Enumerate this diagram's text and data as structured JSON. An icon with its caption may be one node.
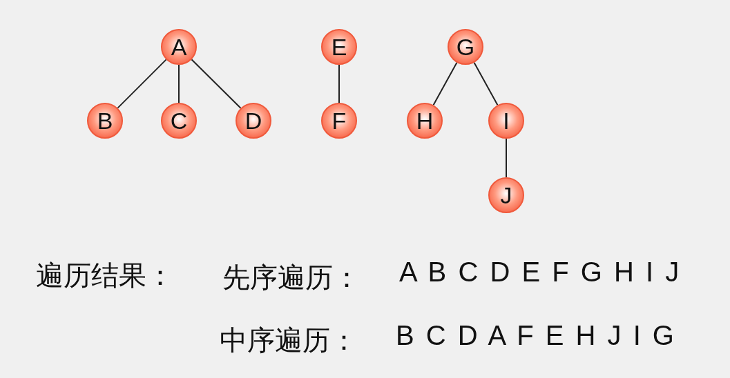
{
  "diagram": {
    "nodes": [
      {
        "text": [
          "A"
        ]
      },
      {
        "text": [
          "B"
        ]
      },
      {
        "text": [
          "C"
        ]
      },
      {
        "text": [
          "D"
        ]
      },
      {
        "text": [
          "E"
        ]
      },
      {
        "text": [
          "F"
        ]
      },
      {
        "text": [
          "G"
        ]
      },
      {
        "text": [
          "H"
        ]
      },
      {
        "text": [
          "I"
        ]
      },
      {
        "text": [
          "J"
        ]
      }
    ],
    "edges": [
      {
        "from": 0,
        "to": 1,
        "arrow": "none"
      },
      {
        "from": 0,
        "to": 2,
        "arrow": "none"
      },
      {
        "from": 0,
        "to": 3,
        "arrow": "none"
      },
      {
        "from": 4,
        "to": 5,
        "arrow": "none"
      },
      {
        "from": 6,
        "to": 7,
        "arrow": "none"
      },
      {
        "from": 6,
        "to": 8,
        "arrow": "none"
      },
      {
        "from": 8,
        "to": 9,
        "arrow": "none"
      }
    ],
    "labels": [
      "遍历结果：",
      "先序遍历：",
      "A B C D E F G H I J",
      "中序遍历：",
      "B C D A F E H J I G"
    ]
  }
}
